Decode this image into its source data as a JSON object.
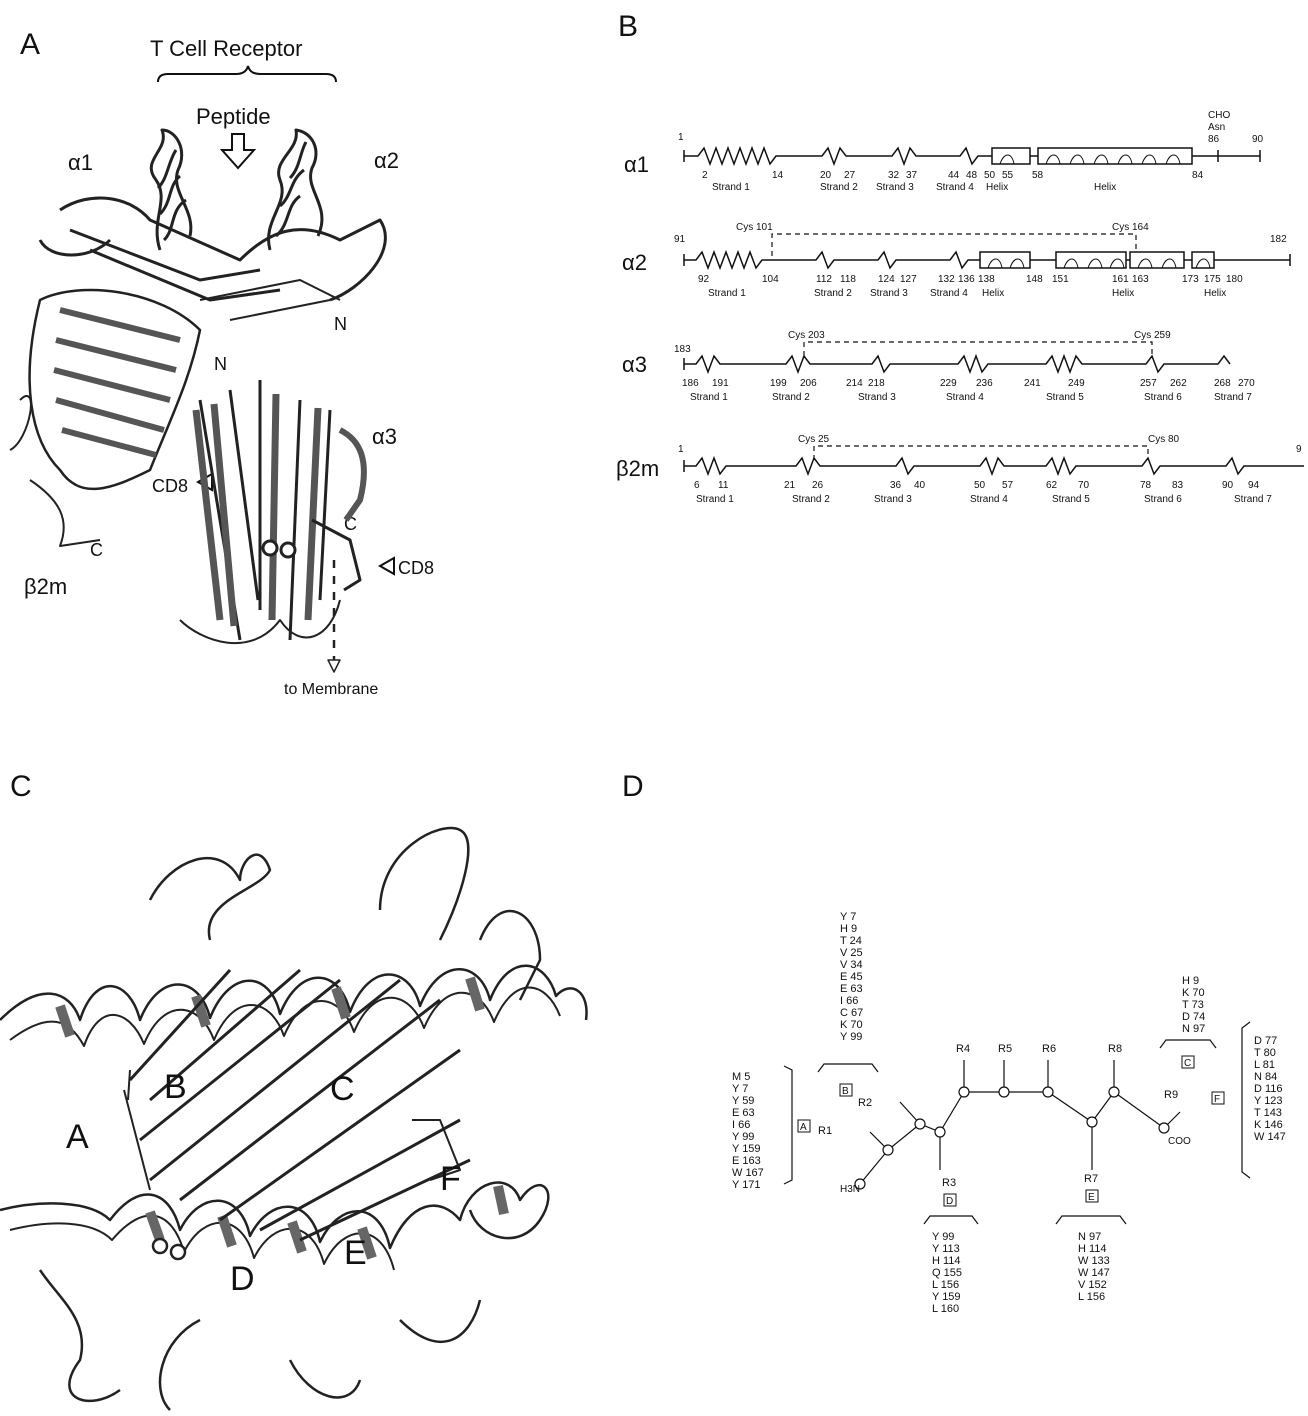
{
  "panel_labels": {
    "A": "A",
    "B": "B",
    "C": "C",
    "D": "D"
  },
  "panelA": {
    "tcr": "T Cell Receptor",
    "peptide": "Peptide",
    "alpha1": "α1",
    "alpha2": "α2",
    "alpha3": "α3",
    "b2m": "β2m",
    "N1": "N",
    "N2": "N",
    "C1": "C",
    "C2": "C",
    "cd8_left": "CD8",
    "cd8_right": "CD8",
    "membrane": "to Membrane"
  },
  "panelB": {
    "rows": [
      {
        "label": "α1",
        "start": "1",
        "end": "90",
        "cho": [
          "CHO",
          "Asn",
          "86"
        ],
        "numbers": [
          "2",
          "14",
          "20",
          "27",
          "32",
          "37",
          "44",
          "48",
          "50",
          "55",
          "58",
          "84"
        ],
        "names": [
          "Strand 1",
          "Strand 2",
          "Strand 3",
          "Strand 4",
          "Helix",
          "Helix"
        ],
        "cys": []
      },
      {
        "label": "α2",
        "start": "91",
        "end": "182",
        "numbers": [
          "92",
          "104",
          "112",
          "118",
          "124",
          "127",
          "132",
          "136",
          "138",
          "148",
          "151",
          "161",
          "163",
          "173",
          "175",
          "180"
        ],
        "names": [
          "Strand 1",
          "Strand 2",
          "Strand 3",
          "Strand 4",
          "Helix",
          "Helix",
          "Helix"
        ],
        "cys": [
          "Cys 101",
          "Cys 164"
        ]
      },
      {
        "label": "α3",
        "start": "183",
        "end": "",
        "numbers": [
          "186",
          "191",
          "199",
          "206",
          "214",
          "218",
          "229",
          "236",
          "241",
          "249",
          "257",
          "262",
          "268",
          "270"
        ],
        "names": [
          "Strand 1",
          "Strand 2",
          "Strand 3",
          "Strand 4",
          "Strand 5",
          "Strand 6",
          "Strand 7"
        ],
        "cys": [
          "Cys 203",
          "Cys 259"
        ]
      },
      {
        "label": "β2m",
        "start": "1",
        "end": "9",
        "numbers": [
          "6",
          "11",
          "21",
          "26",
          "36",
          "40",
          "50",
          "57",
          "62",
          "70",
          "78",
          "83",
          "90",
          "94"
        ],
        "names": [
          "Strand 1",
          "Strand 2",
          "Strand 3",
          "Strand 4",
          "Strand 5",
          "Strand 6",
          "Strand 7"
        ],
        "cys": [
          "Cys 25",
          "Cys 80"
        ]
      }
    ]
  },
  "panelC": {
    "A": "A",
    "B": "B",
    "C": "C",
    "D": "D",
    "E": "E",
    "F": "F"
  },
  "panelD": {
    "nodes": [
      "R1",
      "R2",
      "R3",
      "R4",
      "R5",
      "R6",
      "R7",
      "R8",
      "R9"
    ],
    "n_term": "H3N",
    "c_term": "COO",
    "pockets": {
      "A": {
        "label": "A",
        "residues": [
          "M 5",
          "Y 7",
          "Y 59",
          "E 63",
          "I 66",
          "Y 99",
          "Y 159",
          "E 163",
          "W 167",
          "Y 171"
        ]
      },
      "B": {
        "label": "B",
        "residues": [
          "Y 7",
          "H 9",
          "T 24",
          "V 25",
          "V 34",
          "E 45",
          "E 63",
          "I 66",
          "C 67",
          "K 70",
          "Y 99"
        ]
      },
      "C": {
        "label": "C",
        "residues": [
          "H 9",
          "K 70",
          "T 73",
          "D 74",
          "N 97"
        ]
      },
      "D": {
        "label": "D",
        "residues": [
          "Y 99",
          "Y 113",
          "H 114",
          "Q 155",
          "L 156",
          "Y 159",
          "L 160"
        ]
      },
      "E": {
        "label": "E",
        "residues": [
          "N 97",
          "H 114",
          "W 133",
          "W 147",
          "V 152",
          "L 156"
        ]
      },
      "F": {
        "label": "F",
        "residues": [
          "D 77",
          "T 80",
          "L 81",
          "N 84",
          "D 116",
          "Y 123",
          "T 143",
          "K 146",
          "W 147"
        ]
      }
    }
  }
}
